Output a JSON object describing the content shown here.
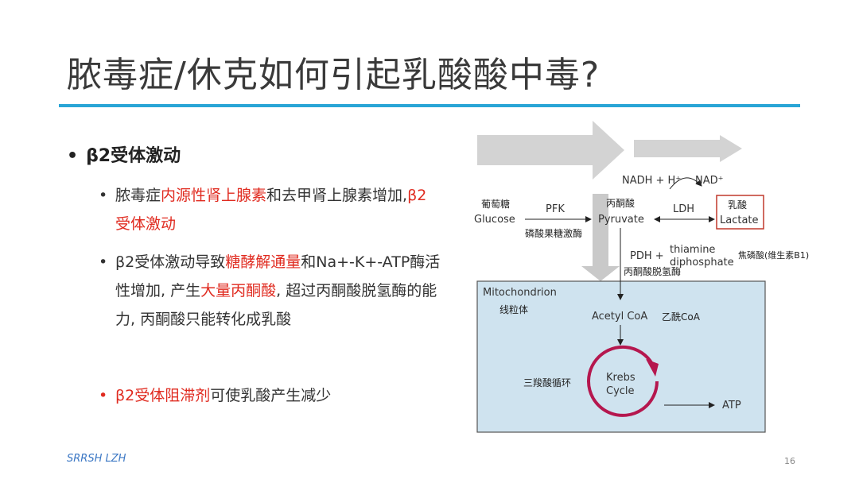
{
  "slide": {
    "title": "脓毒症/休克如何引起乳酸酸中毒?",
    "footer": "SRRSH LZH",
    "page_number": "16"
  },
  "bullets": {
    "main": "β2受体激动",
    "items": [
      {
        "parts": [
          {
            "text": "脓毒症",
            "highlight": false
          },
          {
            "text": "内源性肾上腺素",
            "highlight": true
          },
          {
            "text": "和去甲肾上腺素增加,",
            "highlight": false
          },
          {
            "text": "β2受体激动",
            "highlight": true
          }
        ],
        "bullet_red": false
      },
      {
        "parts": [
          {
            "text": "β2受体激动导致",
            "highlight": false
          },
          {
            "text": "糖酵解通量",
            "highlight": true
          },
          {
            "text": "和Na+-K+-ATP酶活性增加, 产生",
            "highlight": false
          },
          {
            "text": "大量丙酮酸",
            "highlight": true
          },
          {
            "text": ", 超过丙酮酸脱氢酶的能力, 丙酮酸只能转化成乳酸",
            "highlight": false
          }
        ],
        "bullet_red": false
      },
      {
        "parts": [
          {
            "text": "β2受体阻滞剂",
            "highlight": true
          },
          {
            "text": "可使乳酸产生减少",
            "highlight": false
          }
        ],
        "bullet_red": true
      }
    ]
  },
  "diagram": {
    "glucose_cn": "葡萄糖",
    "glucose_en": "Glucose",
    "pfk": "PFK",
    "pfk_cn": "磷酸果糖激酶",
    "pyruvate_cn": "丙酮酸",
    "pyruvate_en": "Pyruvate",
    "nadh": "NADH + H⁺",
    "nad": "NAD⁺",
    "ldh": "LDH",
    "lactate_cn": "乳酸",
    "lactate_en": "Lactate",
    "pdh": "PDH +",
    "thiamine_1": "thiamine",
    "thiamine_2": "diphosphate",
    "thiamine_cn": "焦磷酸(维生素B1)",
    "pdh_cn": "丙酮酸脱氢酶",
    "mitochondrion_en": "Mitochondrion",
    "mitochondrion_cn": "线粒体",
    "acetyl_coa": "Acetyl CoA",
    "acetyl_coa_cn": "乙酰CoA",
    "krebs_1": "Krebs",
    "krebs_2": "Cycle",
    "krebs_cn": "三羧酸循环",
    "atp": "ATP",
    "colors": {
      "mitochondrion_fill": "#cfe3ef",
      "lactate_box": "#c0392b",
      "krebs_circle": "#b5174e",
      "big_arrow": "#d3d3d3"
    }
  }
}
